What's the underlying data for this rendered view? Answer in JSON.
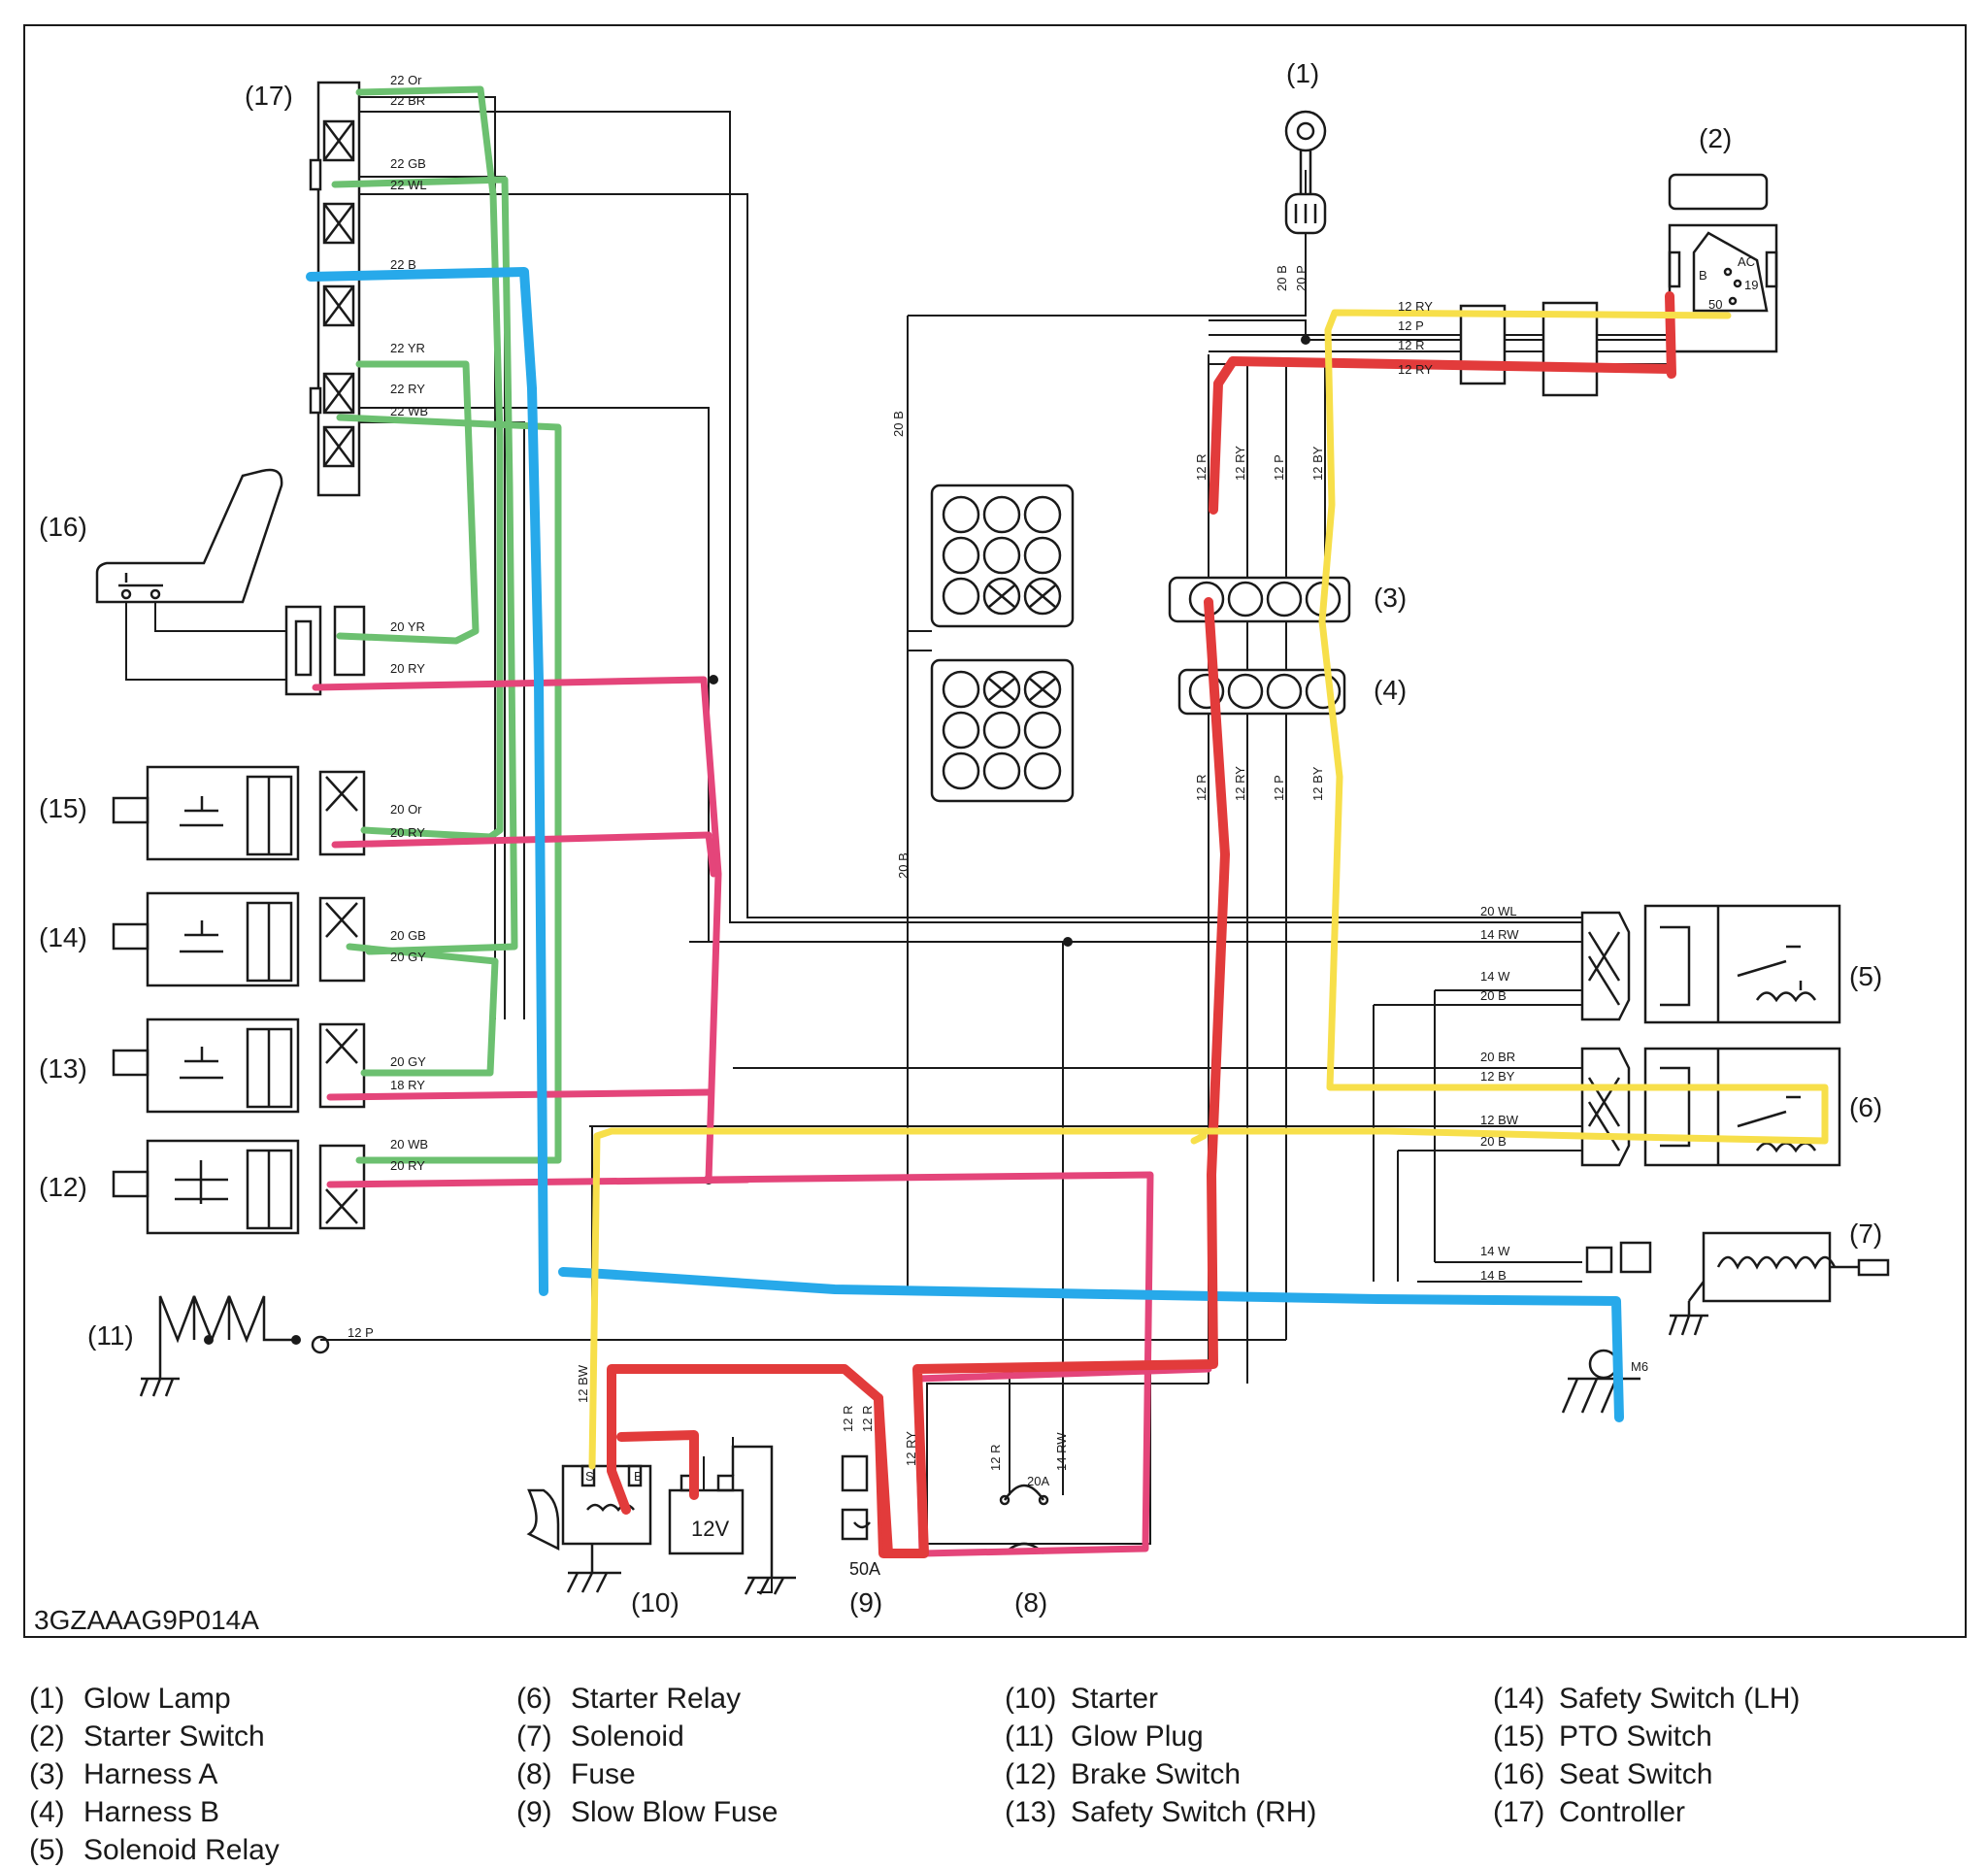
{
  "drawing_code": "3GZAAAG9P014A",
  "callouts": {
    "c1": "(1)",
    "c2": "(2)",
    "c3": "(3)",
    "c4": "(4)",
    "c5": "(5)",
    "c6": "(6)",
    "c7": "(7)",
    "c8": "(8)",
    "c9": "(9)",
    "c10": "(10)",
    "c11": "(11)",
    "c12": "(12)",
    "c13": "(13)",
    "c14": "(14)",
    "c15": "(15)",
    "c16": "(16)",
    "c17": "(17)"
  },
  "wire_labels": {
    "w22or": "22 Or",
    "w22br": "22 BR",
    "w22gb": "22 GB",
    "w22wl": "22 WL",
    "w22b": "22 B",
    "w22yr": "22 YR",
    "w22ry": "22 RY",
    "w22wb": "22 WB",
    "w20yr": "20 YR",
    "w20ry_seat": "20 RY",
    "w20or": "20 Or",
    "w20ry_pto": "20 RY",
    "w20gb": "20 GB",
    "w20gy_lh": "20 GY",
    "w20gy_rh": "20 GY",
    "w18ry": "18 RY",
    "w20wb": "20 WB",
    "w20ry_brake": "20 RY",
    "w12p_glow": "12 P",
    "w20b_lamp": "20 B",
    "w20p_lamp": "20 P",
    "w12ry_sw": "12 RY",
    "w12p_sw": "12 P",
    "w12r_sw": "12 R",
    "w12ry_sw2": "12 RY",
    "w20b_v1": "20 B",
    "w20b_v2": "20 B",
    "w12r_a": "12 R",
    "w12ry_a": "12 RY",
    "w12p_a": "12 P",
    "w12by_a": "12 BY",
    "w12r_b": "12 R",
    "w12ry_b": "12 RY",
    "w12p_b": "12 P",
    "w12by_b": "12 BY",
    "w20wl": "20 WL",
    "w14rw": "14 RW",
    "w14w_5": "14 W",
    "w20b_5": "20 B",
    "w20br": "20 BR",
    "w12by_6": "12 BY",
    "w12bw_6": "12 BW",
    "w20b_6": "20 B",
    "w14w_7": "14 W",
    "w14b_7": "14 B",
    "w12bw_st": "12 BW",
    "w12r_9a": "12 R",
    "w12r_9b": "12 R",
    "w12ry_9": "12 RY",
    "w12r_8": "12 R",
    "w14rw_8": "14 RW",
    "w20a": "20A",
    "w50a": "50A",
    "w12v": "12V",
    "wm6": "M6",
    "wb": "B",
    "ws": "S",
    "sw_b": "B",
    "sw_ac": "AC",
    "sw_19": "19",
    "sw_50": "50"
  },
  "legend": [
    {
      "num": "(1)",
      "label": "Glow Lamp"
    },
    {
      "num": "(2)",
      "label": "Starter Switch"
    },
    {
      "num": "(3)",
      "label": "Harness A"
    },
    {
      "num": "(4)",
      "label": "Harness B"
    },
    {
      "num": "(5)",
      "label": "Solenoid Relay"
    },
    {
      "num": "(6)",
      "label": "Starter Relay"
    },
    {
      "num": "(7)",
      "label": "Solenoid"
    },
    {
      "num": "(8)",
      "label": "Fuse"
    },
    {
      "num": "(9)",
      "label": "Slow Blow Fuse"
    },
    {
      "num": "(10)",
      "label": "Starter"
    },
    {
      "num": "(11)",
      "label": "Glow Plug"
    },
    {
      "num": "(12)",
      "label": "Brake Switch"
    },
    {
      "num": "(13)",
      "label": "Safety Switch (RH)"
    },
    {
      "num": "(14)",
      "label": "Safety Switch (LH)"
    },
    {
      "num": "(15)",
      "label": "PTO Switch"
    },
    {
      "num": "(16)",
      "label": "Seat Switch"
    },
    {
      "num": "(17)",
      "label": "Controller"
    }
  ],
  "highlight_colors": {
    "green": "#6cc070",
    "blue": "#27a9ea",
    "pink": "#e4457a",
    "red": "#e23b3b",
    "yellow": "#f7df4a"
  }
}
